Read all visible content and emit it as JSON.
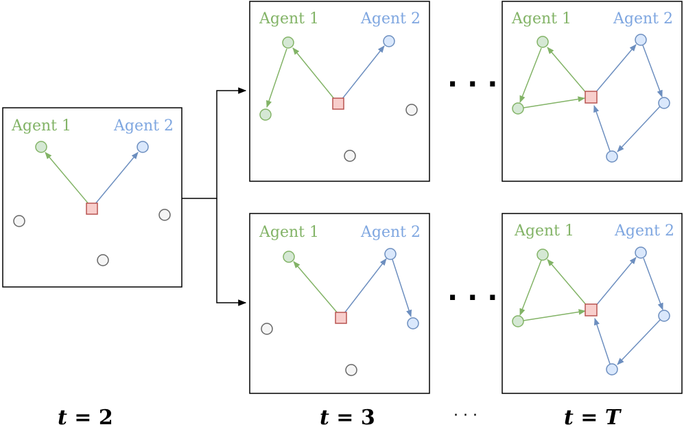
{
  "colors": {
    "agent1": "#82b366",
    "agent1_fill": "#d5e8d4",
    "agent2": "#6c8ebf",
    "agent2_fill": "#dae8fc",
    "agent2_label": "#7ea6e0",
    "center_fill": "#f8cecc",
    "center_stroke": "#b85450",
    "neutral_fill": "#f5f5f5",
    "neutral_stroke": "#666666"
  },
  "panels": [
    {
      "id": "t2",
      "agent1_label": "Agent 1",
      "agent2_label": "Agent 2"
    },
    {
      "id": "t3-top",
      "agent1_label": "Agent 1",
      "agent2_label": "Agent 2"
    },
    {
      "id": "t3-bottom",
      "agent1_label": "Agent 1",
      "agent2_label": "Agent 2"
    },
    {
      "id": "tT-top",
      "agent1_label": "Agent 1",
      "agent2_label": "Agent 2"
    },
    {
      "id": "tT-bottom",
      "agent1_label": "Agent 1",
      "agent2_label": "Agent 2"
    }
  ],
  "ellipsis": "· · ·",
  "time_labels": {
    "t2": {
      "var": "t",
      "eq": " = ",
      "val": "2"
    },
    "t3": {
      "var": "t",
      "eq": " = ",
      "val": "3"
    },
    "mid": "· · ·",
    "tT": {
      "var": "t",
      "eq": " = ",
      "val": "T"
    }
  }
}
